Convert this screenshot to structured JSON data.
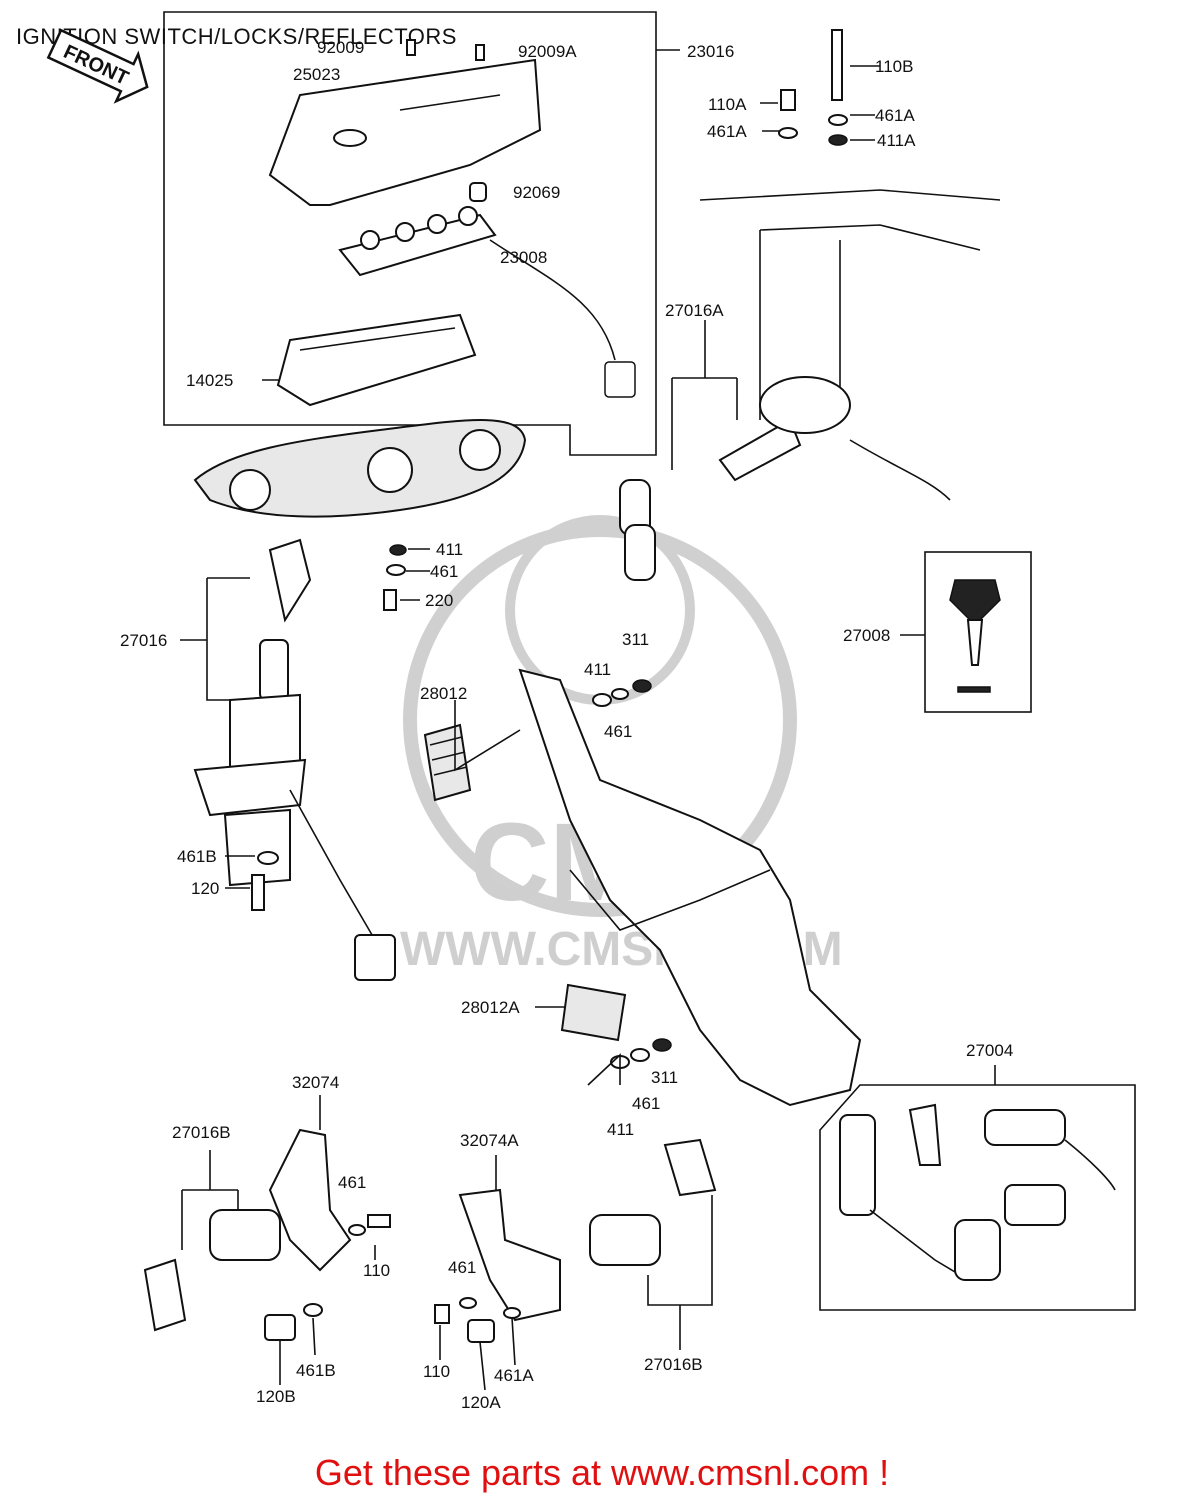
{
  "title": "IGNITION SWITCH/LOCKS/REFLECTORS",
  "front_badge": "FRONT",
  "watermark": {
    "brand": "CMS",
    "url": "WWW.CMSNL.COM"
  },
  "call_to_action": "Get these parts at www.cmsnl.com !",
  "labels": {
    "p92009": "92009",
    "p92009A": "92009A",
    "p23016": "23016",
    "p25023": "25023",
    "p92069": "92069",
    "p23008": "23008",
    "p14025": "14025",
    "p110B": "110B",
    "p110A": "110A",
    "p461A_top_r": "461A",
    "p461A_top_l": "461A",
    "p411A": "411A",
    "p27016A": "27016A",
    "p411_a": "411",
    "p461_a": "461",
    "p220": "220",
    "p27016": "27016",
    "p27008": "27008",
    "p311_a": "311",
    "p411_b": "411",
    "p461_b": "461",
    "p28012": "28012",
    "p461B_a": "461B",
    "p120": "120",
    "p28012A": "28012A",
    "p311_b": "311",
    "p461_c": "461",
    "p411_c": "411",
    "p27004": "27004",
    "p32074": "32074",
    "p27016B_l": "27016B",
    "p461_d": "461",
    "p110_a": "110",
    "p461B_b": "461B",
    "p120B": "120B",
    "p32074A": "32074A",
    "p461_e": "461",
    "p110_b": "110",
    "p120A": "120A",
    "p461A_bot": "461A",
    "p27016B_r": "27016B"
  }
}
